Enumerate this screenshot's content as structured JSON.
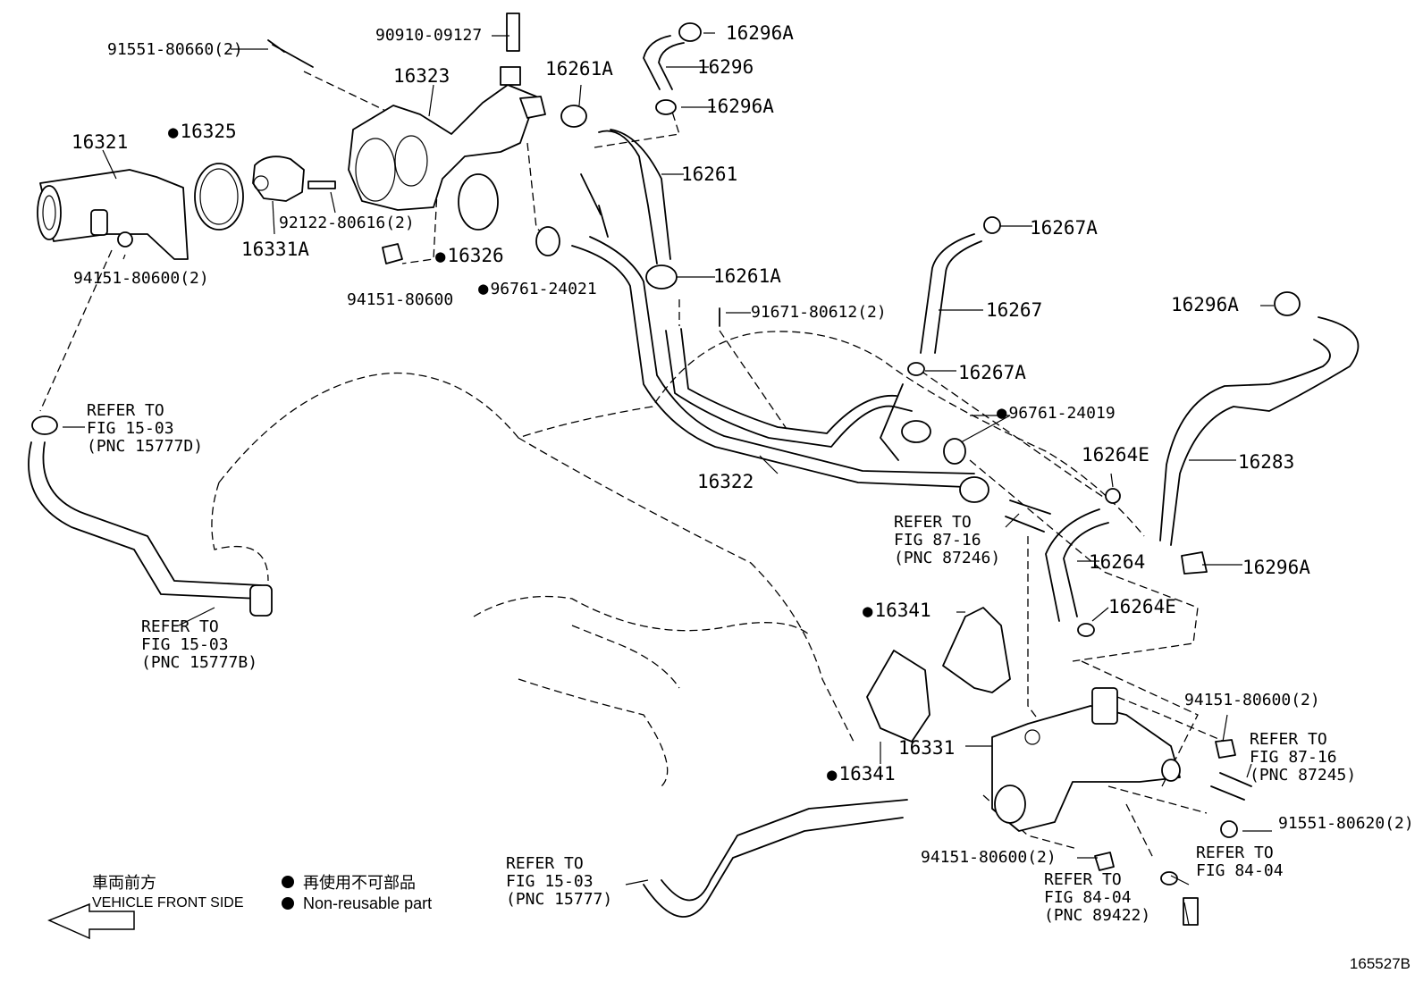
{
  "labels": {
    "p_90910": "90910-09127",
    "p_91551_660": "91551-80660(2)",
    "p_16296A_1": "16296A",
    "p_16296": "16296",
    "p_16296A_2": "16296A",
    "p_16323": "16323",
    "p_16261A_1": "16261A",
    "p_16321": "16321",
    "p_16325": "16325",
    "p_16261": "16261",
    "p_92122": "92122-80616(2)",
    "p_16331A": "16331A",
    "p_16267A_1": "16267A",
    "p_16326": "16326",
    "p_96761_021": "96761-24021",
    "p_94151_2a": "94151-80600(2)",
    "p_94151_a": "94151-80600",
    "p_16261A_2": "16261A",
    "p_91671": "91671-80612(2)",
    "p_16267": "16267",
    "p_16296A_3": "16296A",
    "p_16267A_2": "16267A",
    "p_96761_019": "96761-24019",
    "p_16264E_1": "16264E",
    "p_16283": "16283",
    "p_16322": "16322",
    "p_16264": "16264",
    "p_16296A_4": "16296A",
    "p_16341_1": "16341",
    "p_16264E_2": "16264E",
    "p_94151_2b": "94151-80600(2)",
    "p_16331": "16331",
    "p_16341_2": "16341",
    "p_91551_620": "91551-80620(2)",
    "p_94151_2c": "94151-80600(2)",
    "ref_1": "REFER TO\nFIG 15-03\n(PNC 15777D)",
    "ref_2": "REFER TO\nFIG 15-03\n(PNC 15777B)",
    "ref_3": "REFER TO\nFIG 87-16\n(PNC 87246)",
    "ref_4": "REFER TO\nFIG 87-16\n(PNC 87245)",
    "ref_5": "REFER TO\nFIG 15-03\n(PNC 15777)",
    "ref_6": "REFER TO\nFIG 84-04\n(PNC 89422)",
    "ref_7": "REFER TO\nFIG 84-04"
  },
  "legend": {
    "front_jp": "車両前方",
    "front_en": "VEHICLE FRONT SIDE",
    "nonreusable_jp": "再使用不可部品",
    "nonreusable_en": "Non-reusable part"
  },
  "figure_number": "165527B"
}
